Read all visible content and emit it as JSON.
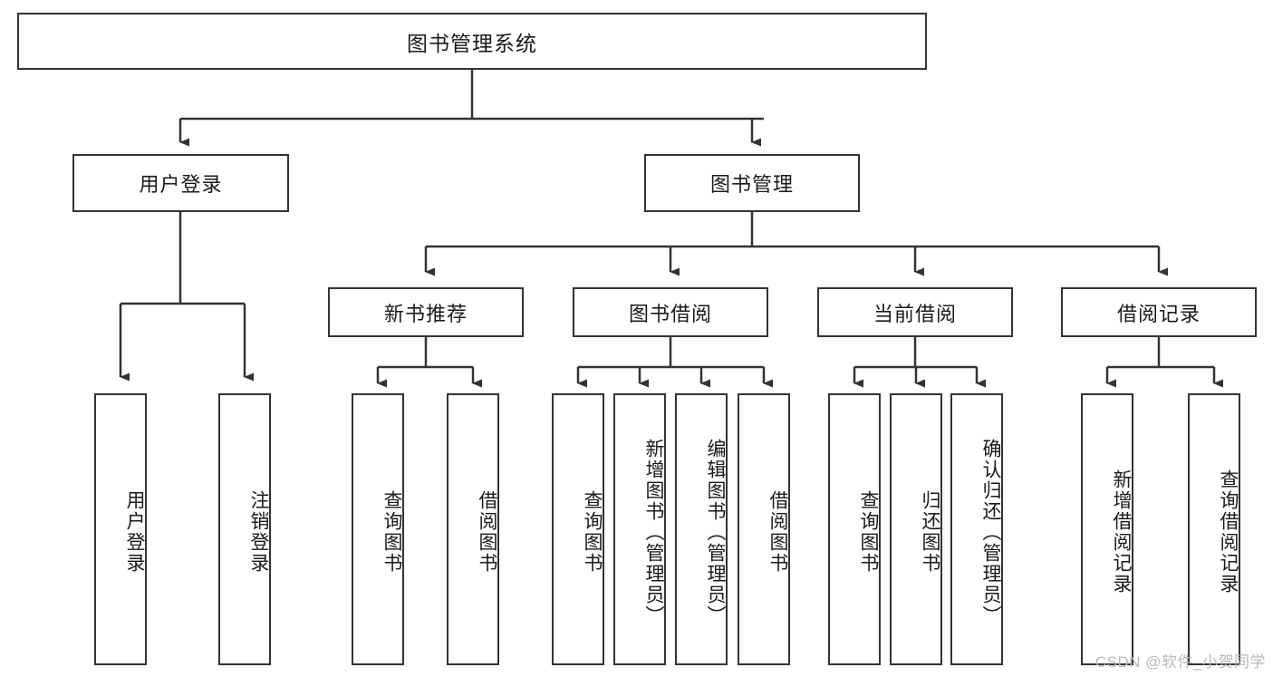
{
  "diagram": {
    "type": "tree-hierarchy",
    "title": "图书管理系统",
    "watermark": "CSDN @软件_小贺同学",
    "colors": {
      "stroke": "#333333",
      "fill": "#ffffff",
      "text": "#1a1a1a",
      "watermark": "#b9b9b9"
    },
    "root": {
      "label": "图书管理系统",
      "id": "root"
    },
    "level1": [
      {
        "id": "user-login",
        "label": "用户登录"
      },
      {
        "id": "book-management",
        "label": "图书管理"
      }
    ],
    "level2": [
      {
        "id": "new-book-recommend",
        "label": "新书推荐",
        "parent": "book-management"
      },
      {
        "id": "book-borrow",
        "label": "图书借阅",
        "parent": "book-management"
      },
      {
        "id": "current-borrow",
        "label": "当前借阅",
        "parent": "book-management"
      },
      {
        "id": "borrow-record",
        "label": "借阅记录",
        "parent": "book-management"
      }
    ],
    "leaves": {
      "user-login": [
        {
          "id": "leaf-user-login",
          "label": "用户登录"
        },
        {
          "id": "leaf-user-logout",
          "label": "注销登录"
        }
      ],
      "new-book-recommend": [
        {
          "id": "leaf-query-book-1",
          "label": "查询图书"
        },
        {
          "id": "leaf-borrow-book-1",
          "label": "借阅图书"
        }
      ],
      "book-borrow": [
        {
          "id": "leaf-query-book-2",
          "label": "查询图书"
        },
        {
          "id": "leaf-add-book",
          "label": "新增图书（管理员）"
        },
        {
          "id": "leaf-edit-book",
          "label": "编辑图书（管理员）"
        },
        {
          "id": "leaf-borrow-book-2",
          "label": "借阅图书"
        }
      ],
      "current-borrow": [
        {
          "id": "leaf-query-book-3",
          "label": "查询图书"
        },
        {
          "id": "leaf-return-book",
          "label": "归还图书"
        },
        {
          "id": "leaf-confirm-return",
          "label": "确认归还（管理员）"
        }
      ],
      "borrow-record": [
        {
          "id": "leaf-add-record",
          "label": "新增借阅记录"
        },
        {
          "id": "leaf-query-record",
          "label": "查询借阅记录"
        }
      ]
    }
  }
}
